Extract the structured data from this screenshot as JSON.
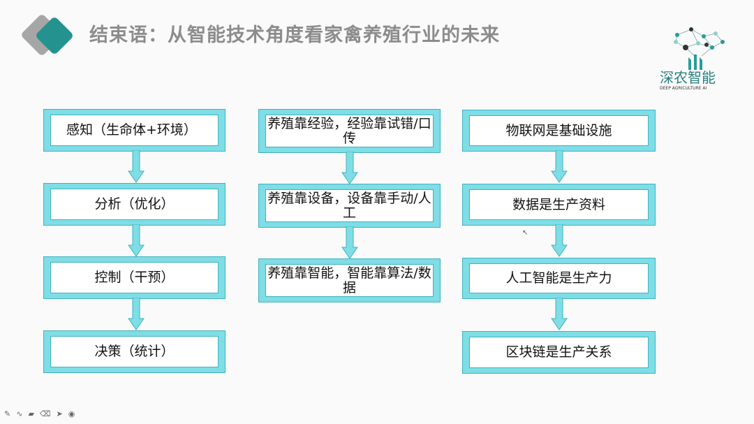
{
  "title": "结束语：从智能技术角度看家禽养殖行业的未来",
  "logo": {
    "name": "深农智能",
    "subtitle": "DEEP AGRICULTURE AI"
  },
  "columns": [
    {
      "items": [
        "感知（生命体+环境）",
        "分析（优化）",
        "控制（干预）",
        "决策（统计）"
      ]
    },
    {
      "items": [
        "养殖靠经验，经验靠试错/口传",
        "养殖靠设备，设备靠手动/人工",
        "养殖靠智能，智能靠算法/数据"
      ]
    },
    {
      "items": [
        "物联网是基础设施",
        "数据是生产资料",
        "人工智能是生产力",
        "区块链是生产关系"
      ]
    }
  ],
  "toolbar": {
    "icons": [
      "pen-icon",
      "ink-icon",
      "highlighter-icon",
      "eraser-icon",
      "pointer-icon",
      "record-icon"
    ]
  },
  "colors": {
    "box": "#7fdde6",
    "accent": "#24928f"
  }
}
